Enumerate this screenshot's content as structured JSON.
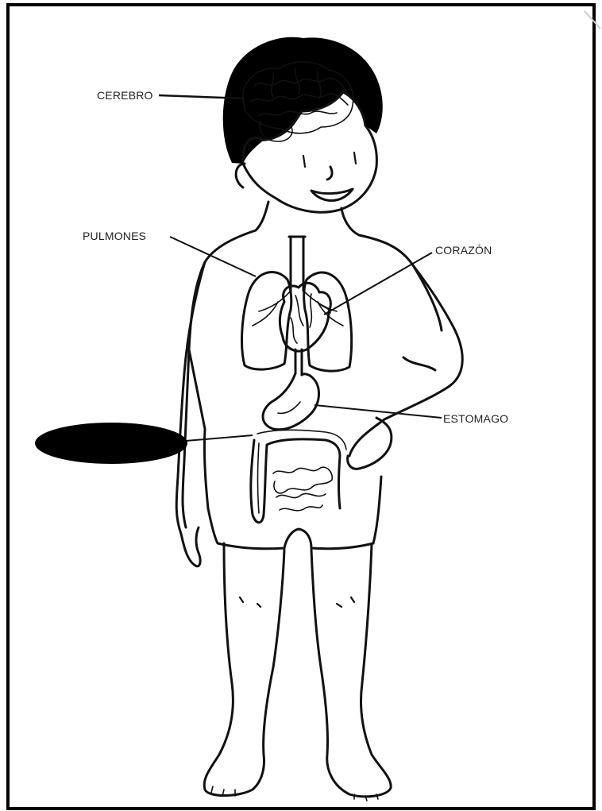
{
  "title": "",
  "labels": {
    "brain": "CEREBRO",
    "lungs": "PULMONES",
    "heart": "CORAZÓN",
    "stomach": "ESTOMAGO",
    "intestine": ""
  },
  "colors": {
    "outline": "#111111",
    "background": "#ffffff",
    "redaction": "#000000"
  }
}
